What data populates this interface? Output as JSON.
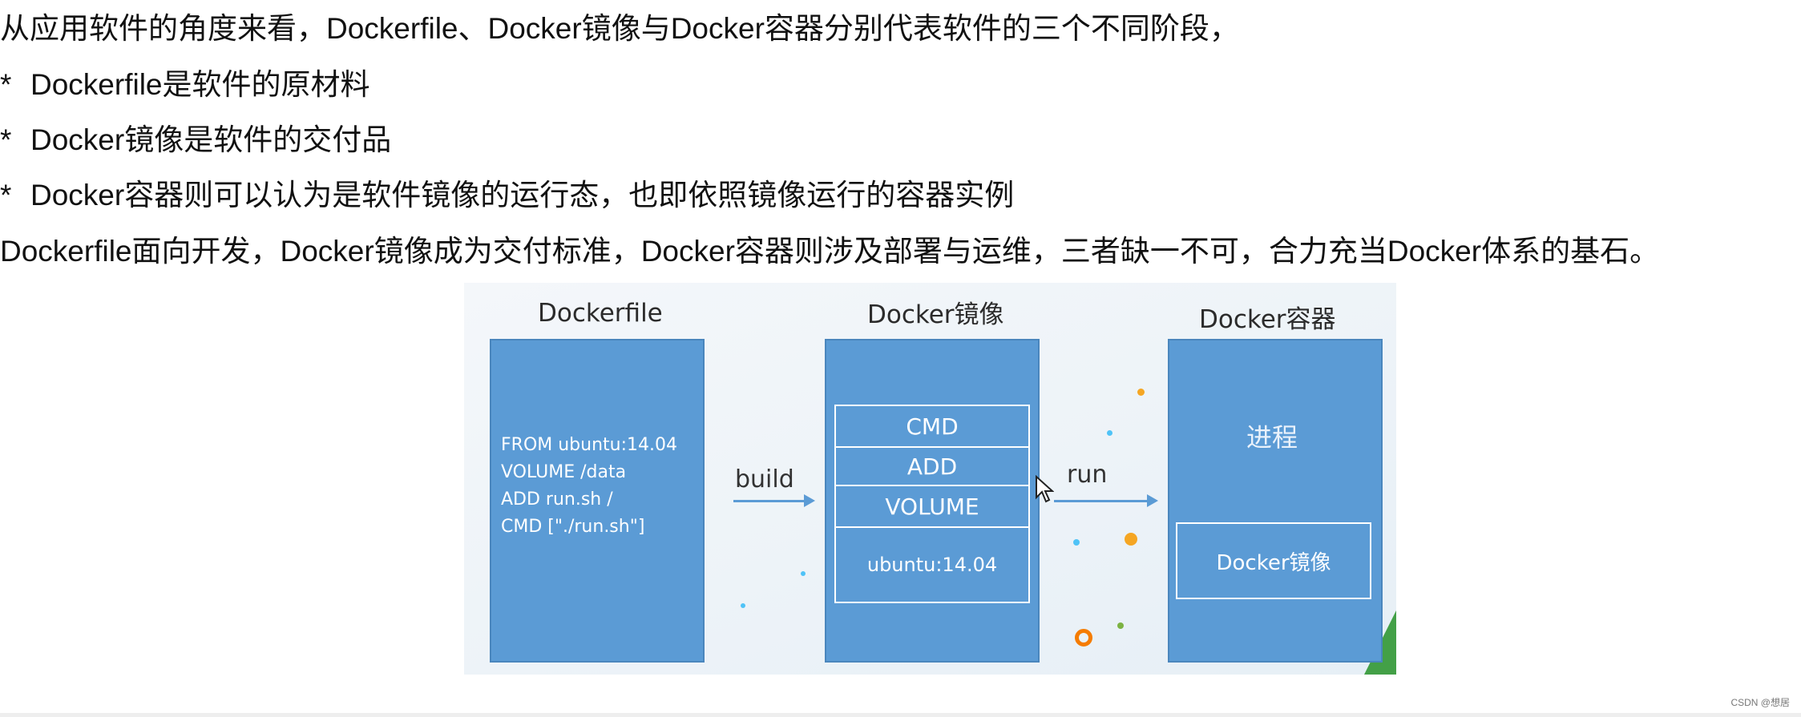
{
  "text": {
    "line1": "从应用软件的角度来看，Dockerfile、Docker镜像与Docker容器分别代表软件的三个不同阶段，",
    "bullets": [
      {
        "mark": "*",
        "text": "Dockerfile是软件的原材料"
      },
      {
        "mark": "*",
        "text": "Docker镜像是软件的交付品"
      },
      {
        "mark": "*",
        "text": "Docker容器则可以认为是软件镜像的运行态，也即依照镜像运行的容器实例"
      }
    ],
    "line5": "Dockerfile面向开发，Docker镜像成为交付标准，Docker容器则涉及部署与运维，三者缺一不可，合力充当Docker体系的基石。"
  },
  "figure": {
    "dockerfile_title": "Dockerfile",
    "image_title": "Docker镜像",
    "container_title": "Docker容器",
    "dockerfile_code": "FROM ubuntu:14.04\nVOLUME /data\nADD run.sh /\nCMD [\"./run.sh\"]",
    "layers": [
      "CMD",
      "ADD",
      "VOLUME",
      "ubuntu:14.04"
    ],
    "build_label": "build",
    "run_label": "run",
    "process_label": "进程",
    "inner_image_label": "Docker镜像",
    "colors": {
      "box": "#5b9bd5",
      "text": "#ffffff"
    }
  },
  "watermark": "CSDN @想居"
}
